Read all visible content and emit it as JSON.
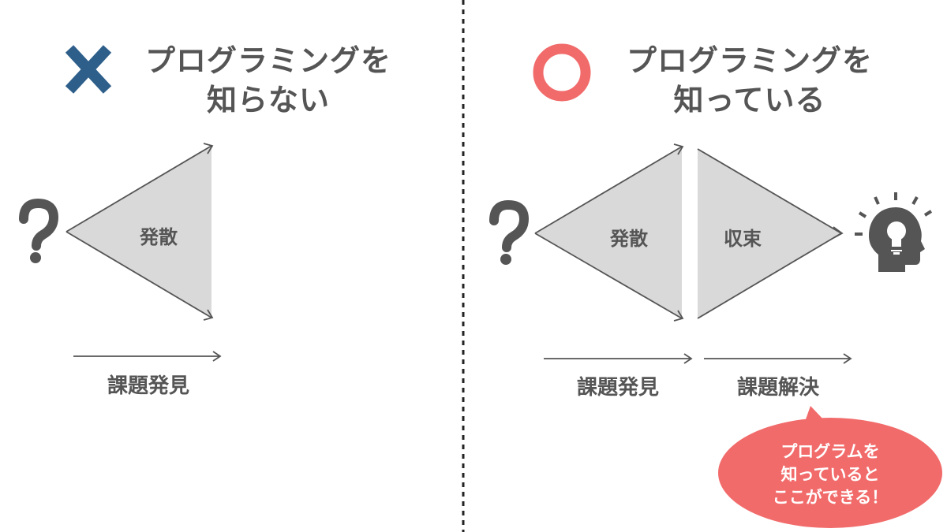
{
  "colors": {
    "text": "#555555",
    "cross": "#2e5f8a",
    "circle": "#f26b6b",
    "triangle_fill": "#d9d9d9",
    "stroke": "#555555",
    "bubble": "#f26b6b",
    "bubble_text": "#ffffff",
    "divider": "#222222"
  },
  "left_panel": {
    "mark_icon": "cross-mark-icon",
    "title_line1": "プログラミングを",
    "title_line2": "知らない",
    "question_icon": "question-mark-icon",
    "triangle_label": "発散",
    "arrow_caption": "課題発見"
  },
  "right_panel": {
    "mark_icon": "circle-mark-icon",
    "title_line1": "プログラミングを",
    "title_line2": "知っている",
    "question_icon": "question-mark-icon",
    "diverge_label": "発散",
    "converge_label": "収束",
    "result_icon": "lightbulb-head-icon",
    "arrow_caption_1": "課題発見",
    "arrow_caption_2": "課題解決",
    "bubble": {
      "line1": "プログラムを",
      "line2": "知っていると",
      "line3": "ここができる！"
    }
  }
}
